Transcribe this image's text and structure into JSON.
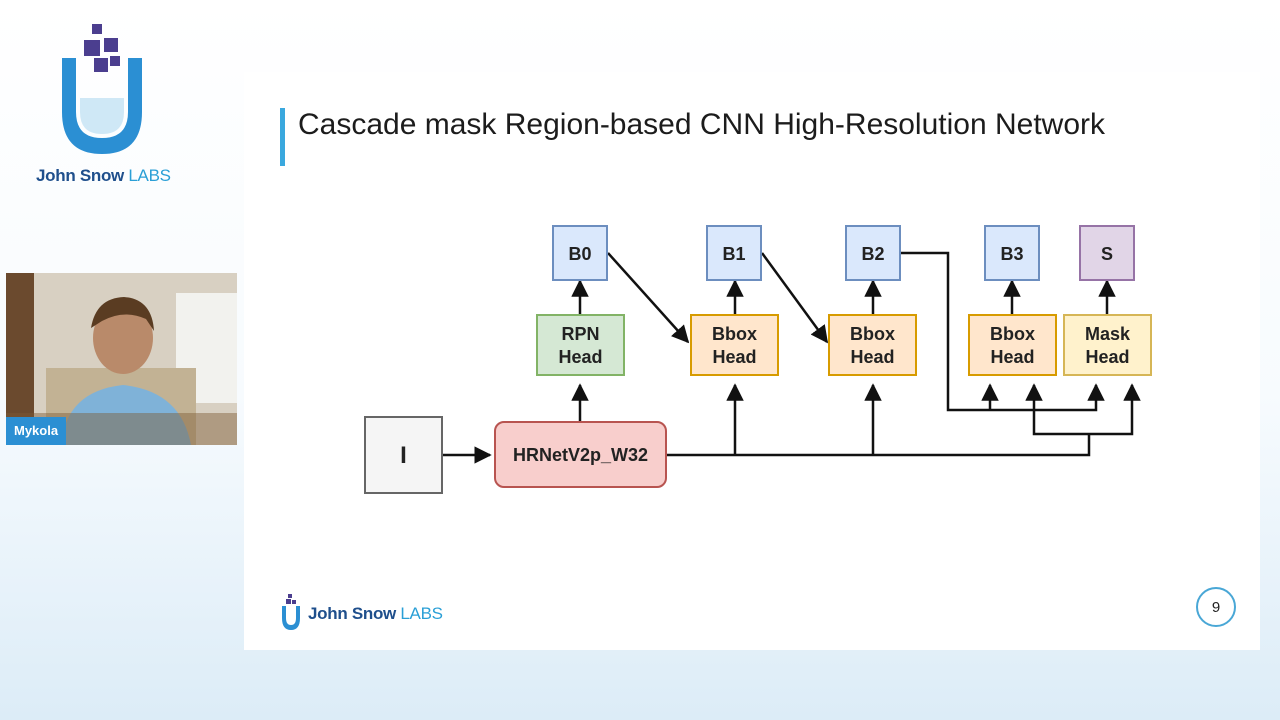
{
  "branding": {
    "name": "John Snow",
    "labs": "LABS"
  },
  "webcam": {
    "participant_name": "Mykola"
  },
  "slide": {
    "title": "Cascade mask Region-based CNN High-Resolution Network",
    "page_number": "9",
    "diagram": {
      "input": "I",
      "backbone": "HRNetV2p_W32",
      "outputs": [
        "B0",
        "B1",
        "B2",
        "B3",
        "S"
      ],
      "heads": [
        {
          "line1": "RPN",
          "line2": "Head"
        },
        {
          "line1": "Bbox",
          "line2": "Head"
        },
        {
          "line1": "Bbox",
          "line2": "Head"
        },
        {
          "line1": "Bbox",
          "line2": "Head"
        },
        {
          "line1": "Mask",
          "line2": "Head"
        }
      ],
      "colors": {
        "output_fill": "#dae8fc",
        "output_stroke": "#6c8ebf",
        "mask_out_fill": "#e1d5e7",
        "mask_out_stroke": "#9673a6",
        "rpn_fill": "#d5e8d4",
        "rpn_stroke": "#82b366",
        "bbox_fill": "#ffe6cc",
        "bbox_stroke": "#d79b00",
        "mask_fill": "#fff2cc",
        "mask_stroke": "#d6b656",
        "backbone_fill": "#f8cecc",
        "backbone_stroke": "#b85450",
        "input_fill": "#f5f5f5",
        "input_stroke": "#666666"
      }
    }
  }
}
